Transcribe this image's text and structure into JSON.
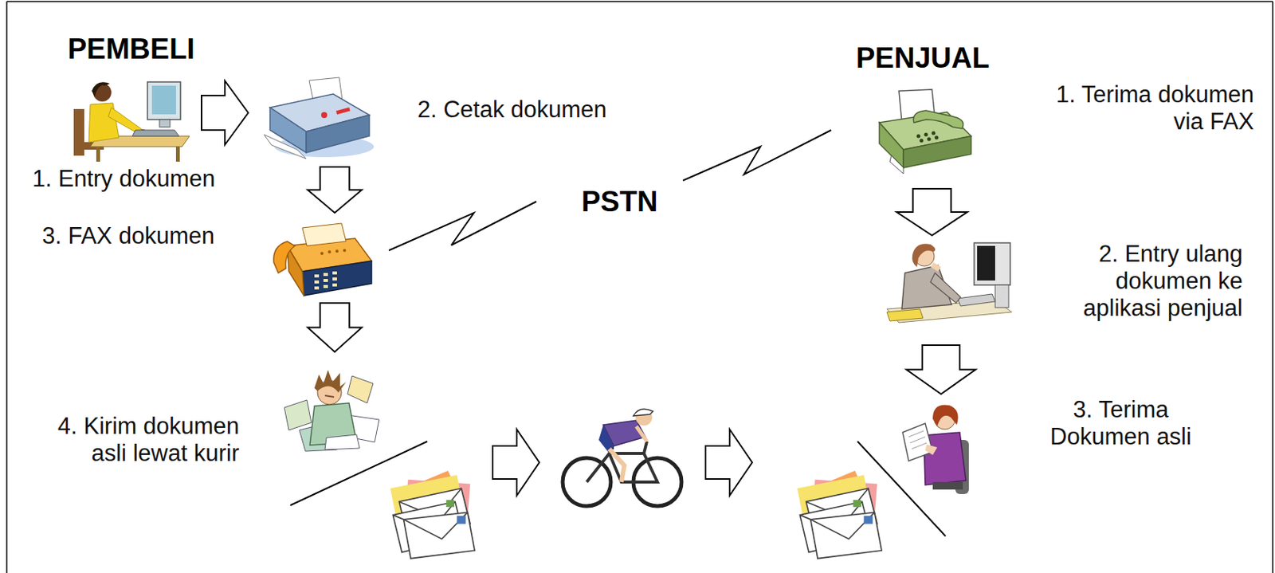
{
  "diagram": {
    "nodes": [
      {
        "text": [
          "1. Entry dokumen"
        ]
      },
      {
        "text": [
          "2. Cetak dokumen"
        ]
      },
      {
        "text": [
          "3. FAX dokumen"
        ]
      },
      {
        "text": [
          "4. Kirim dokumen asli lewat kurir"
        ]
      },
      {
        "text": [
          "1. Terima dokumen via FAX"
        ]
      },
      {
        "text": [
          "2. Entry ulang dokumen ke aplikasi penjual"
        ]
      },
      {
        "text": [
          "3. Terima Dokumen asli"
        ]
      }
    ],
    "edges": [
      {
        "from": 0,
        "to": 1,
        "arrow": "to"
      },
      {
        "from": 1,
        "to": 2,
        "arrow": "to"
      },
      {
        "from": 2,
        "to": 3,
        "arrow": "to"
      },
      {
        "from": 2,
        "to": 4,
        "label": "PSTN",
        "arrow": "none"
      },
      {
        "from": 4,
        "to": 5,
        "arrow": "to"
      },
      {
        "from": 5,
        "to": 6,
        "arrow": "to"
      }
    ],
    "labels": [
      "PEMBELI",
      "PENJUAL"
    ]
  }
}
